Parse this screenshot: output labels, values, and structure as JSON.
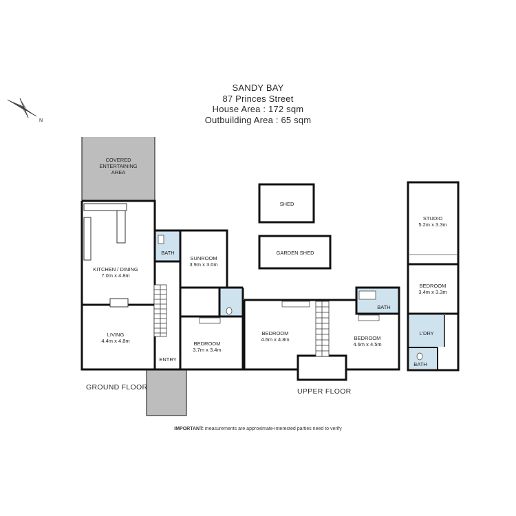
{
  "title": {
    "suburb": "SANDY BAY",
    "address": "87 Princes Street",
    "house_area": "House Area : 172 sqm",
    "outbuilding_area": "Outbuilding Area : 65 sqm"
  },
  "floors": {
    "ground": "GROUND FLOOR",
    "upper": "UPPER FLOOR"
  },
  "disclaimer": {
    "strong": "IMPORTANT:",
    "text": " measurements are approximate-interested parties need to verify"
  },
  "rooms": {
    "covered_entertaining": [
      "COVERED",
      "ENTERTAINING",
      "AREA"
    ],
    "kitchen_dining": {
      "name": "KITCHEN / DINING",
      "size": "7.0m x 4.8m"
    },
    "living": {
      "name": "LIVING",
      "size": "4.4m x 4.8m"
    },
    "entry": {
      "name": "ENTRY"
    },
    "bath_ground": {
      "name": "BATH"
    },
    "sunroom": {
      "name": "SUNROOM",
      "size": "3.9m x 3.0m"
    },
    "bedroom_ground": {
      "name": "BEDROOM",
      "size": "3.7m x 3.4m"
    },
    "shed": {
      "name": "SHED"
    },
    "garden_shed": {
      "name": "GARDEN SHED"
    },
    "bedroom_upper_left": {
      "name": "BEDROOM",
      "size": "4.6m x 4.8m"
    },
    "bedroom_upper_right": {
      "name": "BEDROOM",
      "size": "4.6m x 4.5m"
    },
    "bath_upper": {
      "name": "BATH"
    },
    "studio": {
      "name": "STUDIO",
      "size": "5.2m x 3.3m"
    },
    "bedroom_outbuilding": {
      "name": "BEDROOM",
      "size": "3.4m x 3.3m"
    },
    "laundry": {
      "name": "L'DRY"
    },
    "bath_outbuilding": {
      "name": "BATH"
    }
  },
  "colors": {
    "wall": "#111111",
    "outdoor_fill": "#bdbdbd",
    "wet_area_fill": "#cfe3ef"
  },
  "icons": {
    "compass": "north-arrow-compass"
  }
}
